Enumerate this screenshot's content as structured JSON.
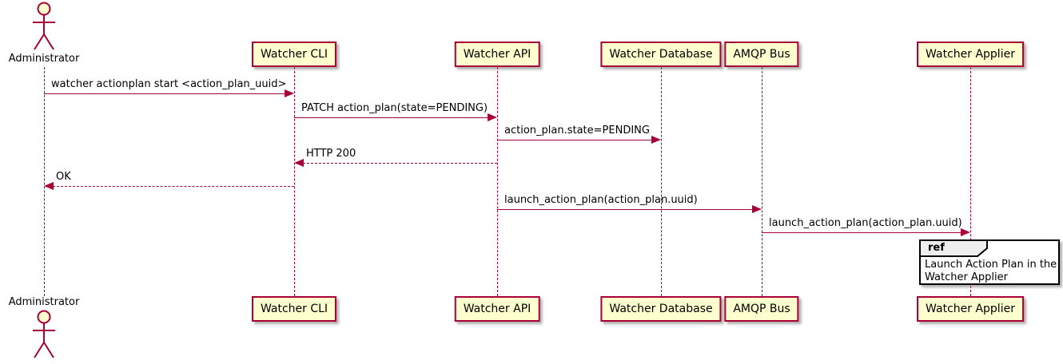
{
  "diagram": {
    "type": "sequence",
    "colors": {
      "participant_fill": "#FEFECE",
      "participant_border": "#A80036",
      "arrow": "#A80036",
      "lifeline": "#A80036",
      "text": "#000000",
      "ref_border": "#000000",
      "ref_header_fill": "#EEEEEE"
    },
    "actor": {
      "id": "administrator",
      "label": "Administrator"
    },
    "participants": [
      {
        "id": "cli",
        "label": "Watcher CLI"
      },
      {
        "id": "api",
        "label": "Watcher API"
      },
      {
        "id": "db",
        "label": "Watcher Database"
      },
      {
        "id": "amqp",
        "label": "AMQP Bus"
      },
      {
        "id": "applier",
        "label": "Watcher Applier"
      }
    ],
    "messages": [
      {
        "from": "administrator",
        "to": "cli",
        "label": "watcher actionplan start <action_plan_uuid>",
        "type": "sync"
      },
      {
        "from": "cli",
        "to": "api",
        "label": "PATCH action_plan(state=PENDING)",
        "type": "sync"
      },
      {
        "from": "api",
        "to": "db",
        "label": "action_plan.state=PENDING",
        "type": "sync"
      },
      {
        "from": "api",
        "to": "cli",
        "label": "HTTP 200",
        "type": "return"
      },
      {
        "from": "cli",
        "to": "administrator",
        "label": "OK",
        "type": "return"
      },
      {
        "from": "api",
        "to": "amqp",
        "label": "launch_action_plan(action_plan.uuid)",
        "type": "sync"
      },
      {
        "from": "amqp",
        "to": "applier",
        "label": "launch_action_plan(action_plan.uuid)",
        "type": "sync"
      }
    ],
    "ref": {
      "keyword": "ref",
      "over": "applier",
      "text": "Launch Action Plan in the\nWatcher Applier"
    }
  }
}
